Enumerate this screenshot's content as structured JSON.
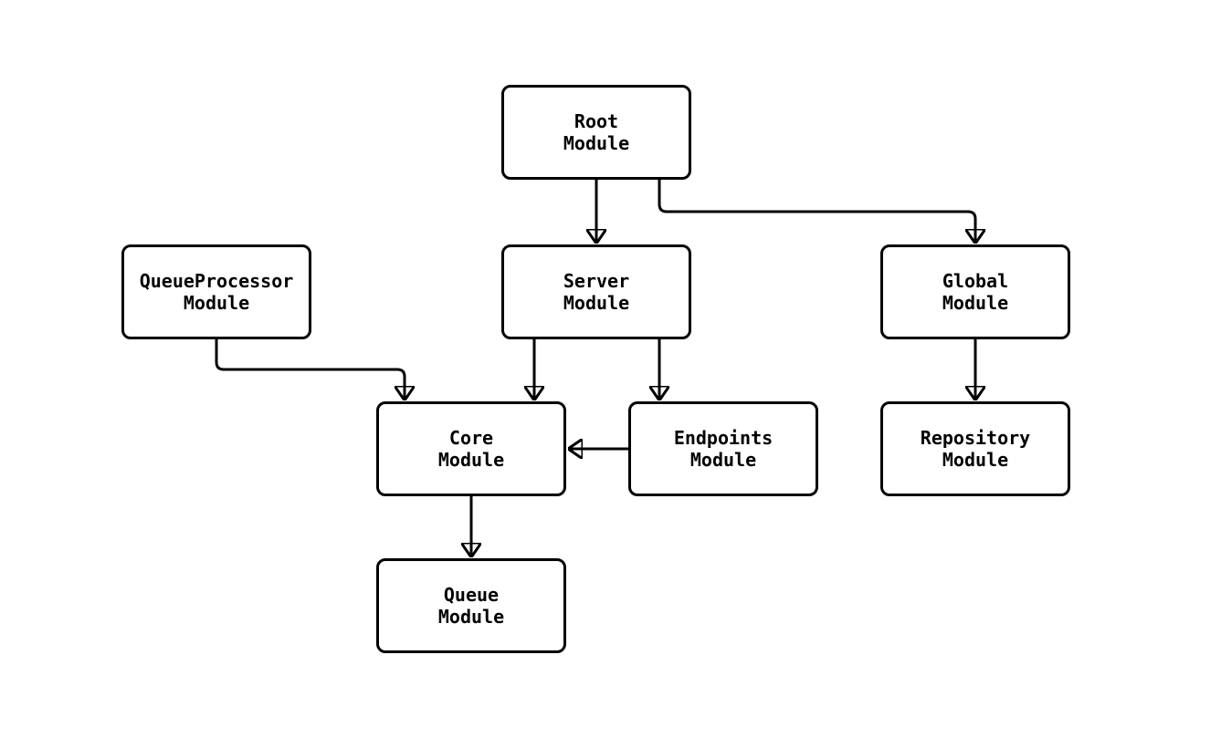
{
  "diagram": {
    "type": "module-dependency-flowchart",
    "colors": {
      "background": "#ffffff",
      "node_fill": "#ffffff",
      "node_stroke": "#000000",
      "edge_color": "#000000",
      "text_color": "#000000"
    },
    "nodes": [
      {
        "id": "root",
        "label": "Root\nModule"
      },
      {
        "id": "queueprocessor",
        "label": "QueueProcessor\nModule"
      },
      {
        "id": "server",
        "label": "Server\nModule"
      },
      {
        "id": "global",
        "label": "Global\nModule"
      },
      {
        "id": "core",
        "label": "Core\nModule"
      },
      {
        "id": "endpoints",
        "label": "Endpoints\nModule"
      },
      {
        "id": "repository",
        "label": "Repository\nModule"
      },
      {
        "id": "queue",
        "label": "Queue\nModule"
      }
    ],
    "edges": [
      {
        "from": "Root Module",
        "to": "Server Module"
      },
      {
        "from": "Root Module",
        "to": "Global Module"
      },
      {
        "from": "QueueProcessor Module",
        "to": "Core Module"
      },
      {
        "from": "Server Module",
        "to": "Core Module"
      },
      {
        "from": "Server Module",
        "to": "Endpoints Module"
      },
      {
        "from": "Global Module",
        "to": "Repository Module"
      },
      {
        "from": "Endpoints Module",
        "to": "Core Module"
      },
      {
        "from": "Core Module",
        "to": "Queue Module"
      }
    ]
  }
}
